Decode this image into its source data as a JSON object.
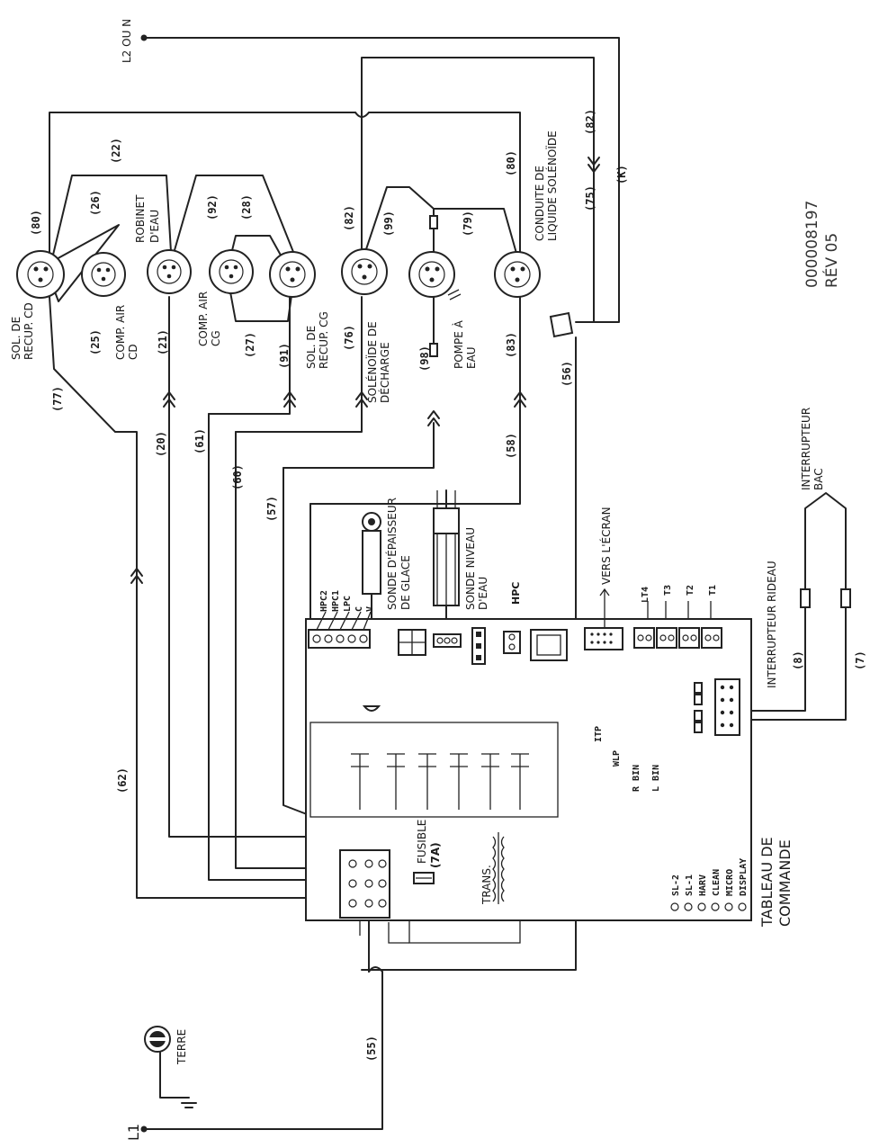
{
  "power": {
    "l1": "L1",
    "l2": "L2 OU N",
    "ground": "TERRE"
  },
  "components": {
    "sol_recup_cd": [
      "SOL. DE",
      "RECUP. CD"
    ],
    "comp_air_cd": [
      "COMP. AIR",
      "CD"
    ],
    "robinet": [
      "ROBINET",
      "D'EAU"
    ],
    "comp_air_cg": [
      "COMP. AIR",
      "CG"
    ],
    "sol_recup_cg": [
      "SOL. DE",
      "RECUP. CG"
    ],
    "solenoide_decharge": [
      "SOLÉNOÏDE DE",
      "DÉCHARGE"
    ],
    "pompe": [
      "POMPE À",
      "EAU"
    ],
    "conduite": [
      "CONDUITE DE",
      "LIQUIDE SOLÉNOÏDE"
    ],
    "sonde_epaisseur": [
      "SONDE D'ÉPAISSEUR",
      "DE GLACE"
    ],
    "sonde_niveau": [
      "SONDE NIVEAU",
      "D'EAU"
    ],
    "hpc": "HPC",
    "vers_ecran": "VERS L'ÉCRAN",
    "interrupteur_bac": [
      "INTERRUPTEUR",
      "BAC"
    ],
    "interrupteur_rideau": "INTERRUPTEUR RIDEAU",
    "fusible": "FUSIBLE",
    "fuse_rating": "(7A)",
    "trans": "TRANS.",
    "tableau": [
      "TABLEAU DE",
      "COMMANDE"
    ]
  },
  "connector_pins": [
    "HPC2",
    "HPC1",
    "LPC",
    "C",
    "V"
  ],
  "thermistors": [
    "LT4",
    "T3",
    "T2",
    "T1"
  ],
  "inputs": [
    "ITP",
    "WLP",
    "R BIN",
    "L BIN"
  ],
  "leds": [
    "SL-2",
    "SL-1",
    "HARV",
    "CLEAN",
    "MICRO",
    "DISPLAY"
  ],
  "wires": {
    "w80a": "(80)",
    "w22": "(22)",
    "w26": "(26)",
    "w92": "(92)",
    "w28": "(28)",
    "w82a": "(82)",
    "w99": "(99)",
    "w79": "(79)",
    "w80b": "(80)",
    "w82b": "(82)",
    "w75": "(75)",
    "wk": "(K)",
    "w25": "(25)",
    "w21": "(21)",
    "w27": "(27)",
    "w91": "(91)",
    "w76": "(76)",
    "w98": "(98)",
    "w83": "(83)",
    "w56": "(56)",
    "w77": "(77)",
    "w20": "(20)",
    "w61": "(61)",
    "w60": "(60)",
    "w57": "(57)",
    "w58": "(58)",
    "w62": "(62)",
    "w55": "(55)",
    "w8": "(8)",
    "w7": "(7)"
  },
  "doc": {
    "number": "000008197",
    "rev": "RÉV 05"
  }
}
